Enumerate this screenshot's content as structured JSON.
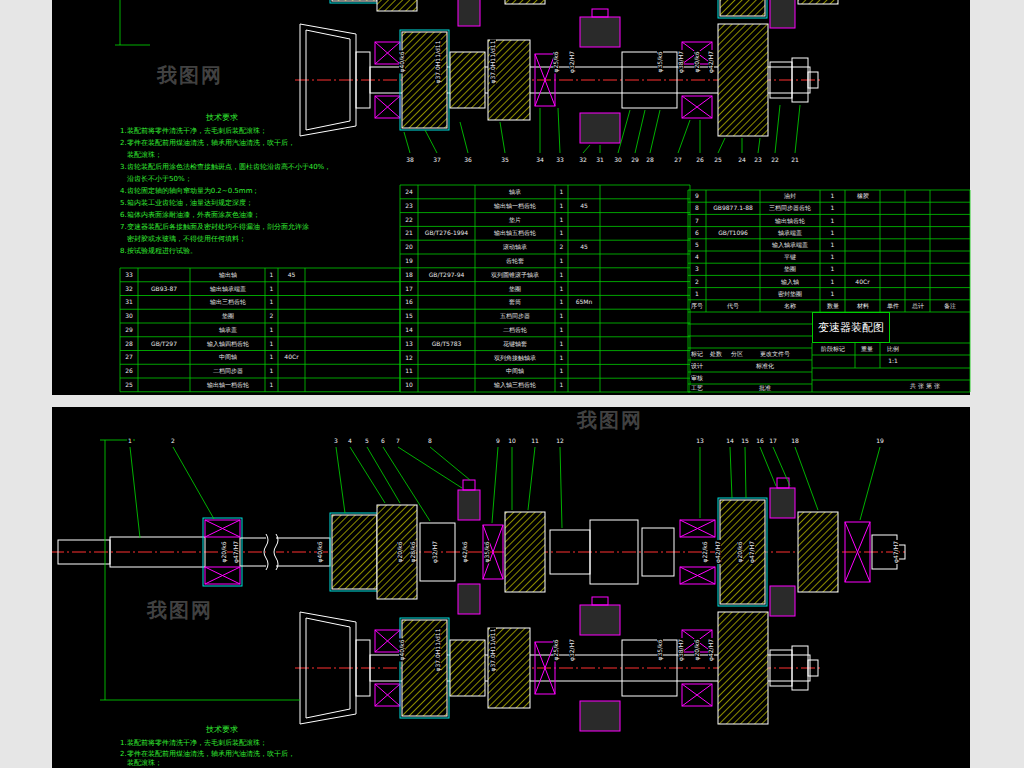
{
  "diagram": {
    "nodes": [
      {
        "text": [
          "变速器装配图"
        ]
      }
    ],
    "labels": [
      "技术要求",
      "1.装配前将零件清洗干净，去毛刺后装配滚珠；",
      "2.零件在装配前用煤油清洗，轴承用汽油清洗，吹干后，",
      "装配滚珠；",
      "3.齿轮装配后用涂色法检查接触斑点，圆柱齿轮沿齿高不小于40%，",
      "沿齿长不小于50%；",
      "4.齿轮固定轴的轴向窜动量为0.2~0.5mm；",
      "5.箱内装工业齿轮油，油量达到规定深度；",
      "6.箱体内表面涂耐油漆，外表面涂灰色油漆；",
      "7.变速器装配后各接触面及密封处均不得漏油，剖分面允许涂",
      "密封胶或水玻璃，不得使用任何填料；",
      "8.按试验规程进行试验。",
      "技术要求",
      "1.装配前将零件清洗干净，去毛刺后装配滚珠；",
      "2.零件在装配前用煤油清洗，轴承用汽油清洗，吹干后，",
      "装配滚珠；",
      "φ40/k6",
      "φ37.0H11/d11",
      "φ37.0H11/d11",
      "φ25/k6",
      "φ32/H7",
      "φ35/k6",
      "φ38/H7",
      "φ20/k6",
      "φ42/H7",
      "φ40/k6",
      "φ37.0H11/d11",
      "φ37.0H11/d11",
      "φ25/k6",
      "φ32/H7",
      "φ35/k6",
      "φ38/H7",
      "φ20/k6",
      "φ42/H7",
      "φ20/k6",
      "φ47/H7",
      "φ40/k6",
      "φ20/k6",
      "φ28/k6",
      "φ32/H7",
      "φ42/k6",
      "φ35/k6",
      "φ22/k6",
      "φ42/H7",
      "φ20/k6",
      "φ47/H7",
      "φ47/H7",
      "1",
      "2",
      "3",
      "4",
      "5",
      "6",
      "7",
      "8",
      "9",
      "10",
      "11",
      "12",
      "13",
      "14",
      "15",
      "16",
      "17",
      "18",
      "19",
      "38",
      "37",
      "36",
      "35",
      "34",
      "33",
      "32",
      "31",
      "30",
      "29",
      "28",
      "27",
      "26",
      "25",
      "24",
      "23",
      "22",
      "21",
      "33",
      "输出轴",
      "1",
      "32",
      "输出轴承端盖",
      "1",
      "31",
      "输出三档齿轮",
      "1",
      "30",
      "垫圈",
      "2",
      "29",
      "轴承盖",
      "1",
      "28",
      "输入轴四档齿轮",
      "1",
      "27",
      "中间轴",
      "1",
      "26",
      "二档同步器",
      "1",
      "25",
      "输出轴一档齿轮",
      "1",
      "GB93-87",
      "GB/T297",
      "45",
      "40Cr",
      "24",
      "轴承",
      "1",
      "23",
      "输出轴一档齿轮",
      "1",
      "22",
      "垫片",
      "1",
      "21",
      "输出轴五档齿轮",
      "1",
      "20",
      "滚动轴承",
      "2",
      "19",
      "齿轮套",
      "1",
      "18",
      "双列圆锥滚子轴承",
      "1",
      "17",
      "垫圈",
      "1",
      "16",
      "套筒",
      "1",
      "15",
      "五档同步器",
      "1",
      "14",
      "二档齿轮",
      "1",
      "13",
      "花键轴套",
      "1",
      "12",
      "双列角接触轴承",
      "1",
      "11",
      "中间轴",
      "1",
      "10",
      "输入轴三档齿轮",
      "1",
      "GB/T276-1994",
      "GB/T297-94",
      "GB/T5783",
      "45",
      "45",
      "65Mn",
      "9",
      "油封",
      "1",
      "8",
      "三档同步器齿轮",
      "1",
      "7",
      "输出轴齿轮",
      "1",
      "6",
      "轴承端盖",
      "1",
      "5",
      "输入轴承端盖",
      "1",
      "4",
      "平键",
      "1",
      "3",
      "垫圈",
      "1",
      "2",
      "输入轴",
      "1",
      "1",
      "密封垫圈",
      "1",
      "GB9877.1-88",
      "GB/T1096",
      "橡胶",
      "40Cr",
      "序号",
      "代号",
      "名称",
      "数量",
      "材料",
      "单件",
      "总计",
      "备注",
      "标记",
      "处数",
      "分区",
      "更改文件号",
      "设计",
      "标准化",
      "审核",
      "工艺",
      "批准",
      "阶段标记",
      "重量",
      "比例",
      "1:1",
      "共 张 第 张",
      "我图网",
      "我图网",
      "我图网"
    ]
  }
}
